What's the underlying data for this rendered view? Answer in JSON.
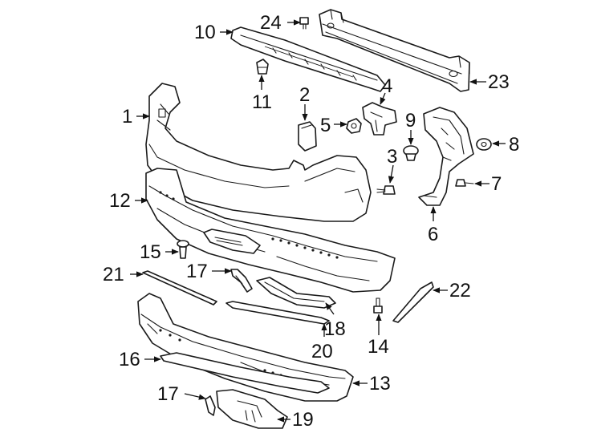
{
  "callouts": {
    "c1": "1",
    "c2": "2",
    "c3": "3",
    "c4": "4",
    "c5": "5",
    "c6": "6",
    "c7": "7",
    "c8": "8",
    "c9": "9",
    "c10": "10",
    "c11": "11",
    "c12": "12",
    "c13": "13",
    "c14": "14",
    "c15": "15",
    "c16": "16",
    "c17a": "17",
    "c17b": "17",
    "c18": "18",
    "c19": "19",
    "c20": "20",
    "c21": "21",
    "c22": "22",
    "c23": "23",
    "c24": "24"
  }
}
